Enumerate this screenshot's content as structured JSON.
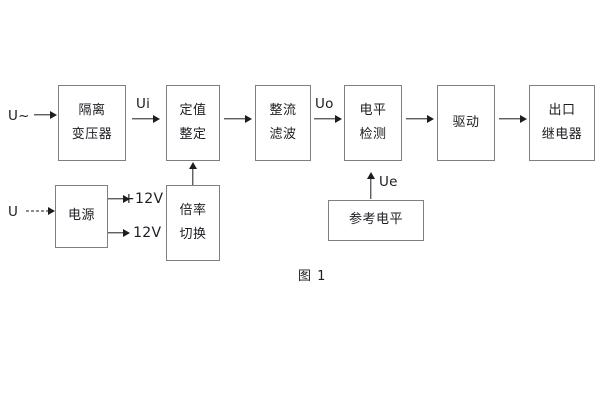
{
  "figure": {
    "caption": "图 1",
    "border_color": "#7f7f7f",
    "line_color": "#1c1c22",
    "background": "#ffffff"
  },
  "inputs": [
    {
      "label": "U~",
      "style": "solid"
    },
    {
      "label": "U",
      "style": "dashed"
    }
  ],
  "blocks": [
    {
      "id": "isolation-transformer",
      "line1": "隔离",
      "line2": "变压器"
    },
    {
      "id": "setting-value",
      "line1": "定值",
      "line2": "整定"
    },
    {
      "id": "rectify-filter",
      "line1": "整流",
      "line2": "滤波"
    },
    {
      "id": "level-detection",
      "line1": "电平",
      "line2": "检测"
    },
    {
      "id": "drive",
      "line1": "驱动",
      "line2": ""
    },
    {
      "id": "output-relay",
      "line1": "出口",
      "line2": "继电器"
    },
    {
      "id": "power-supply",
      "line1": "电源",
      "line2": ""
    },
    {
      "id": "multiplier-switch",
      "line1": "倍率",
      "line2": "切换"
    },
    {
      "id": "reference-level",
      "line1": "参考电平",
      "line2": ""
    }
  ],
  "signal_labels": {
    "ui": "Ui",
    "uo": "Uo",
    "ue": "Ue"
  },
  "power_rails": [
    {
      "label": "+12V"
    },
    {
      "label": "- 12V"
    }
  ]
}
